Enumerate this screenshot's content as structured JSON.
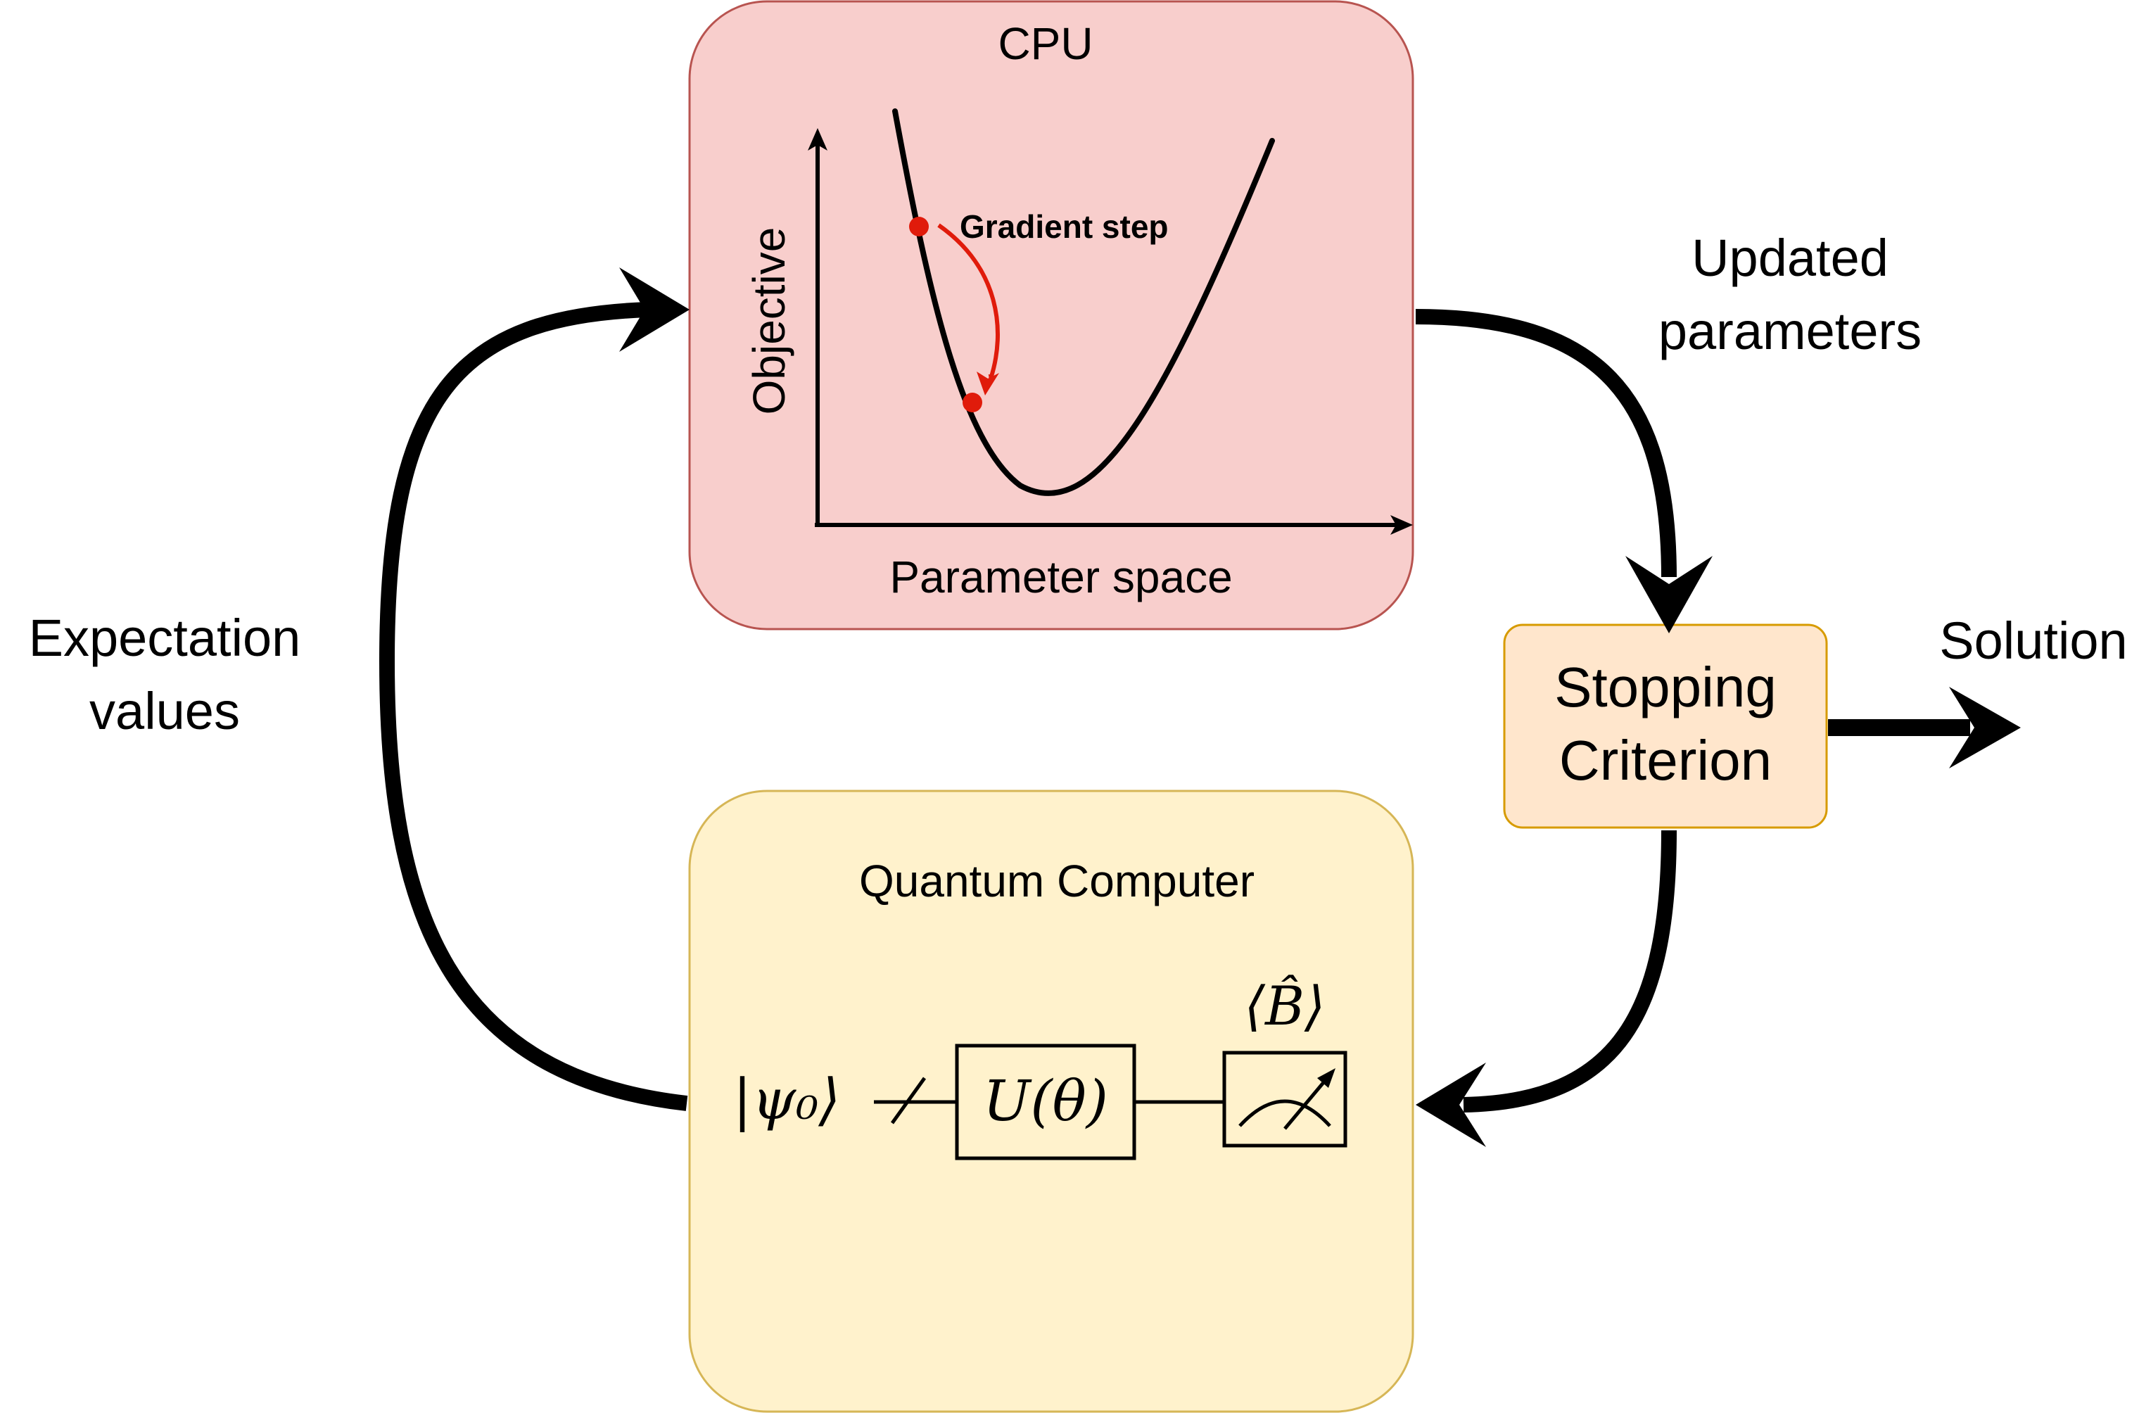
{
  "cpu_box": {
    "title": "CPU",
    "y_axis_label": "Objective",
    "x_axis_label": "Parameter space",
    "annotation": "Gradient step",
    "fill": "#f8cecc",
    "stroke": "#b85450"
  },
  "quantum_box": {
    "title": "Quantum Computer",
    "fill": "#fff2cc",
    "stroke": "#d6b656",
    "circuit": {
      "initial_state": "|ψ₀⟩",
      "gate": "U(θ)",
      "observable": "⟨B̂⟩"
    }
  },
  "stopping_box": {
    "line1": "Stopping",
    "line2": "Criterion",
    "fill": "#ffe6cc",
    "stroke": "#d79b00"
  },
  "edge_labels": {
    "updated_line1": "Updated",
    "updated_line2": "parameters",
    "expectation_line1": "Expectation",
    "expectation_line2": "values",
    "solution": "Solution"
  },
  "colors": {
    "arrow": "#000000",
    "gradient_accent": "#e01b0b"
  },
  "icons": [
    "measurement-meter-icon"
  ]
}
